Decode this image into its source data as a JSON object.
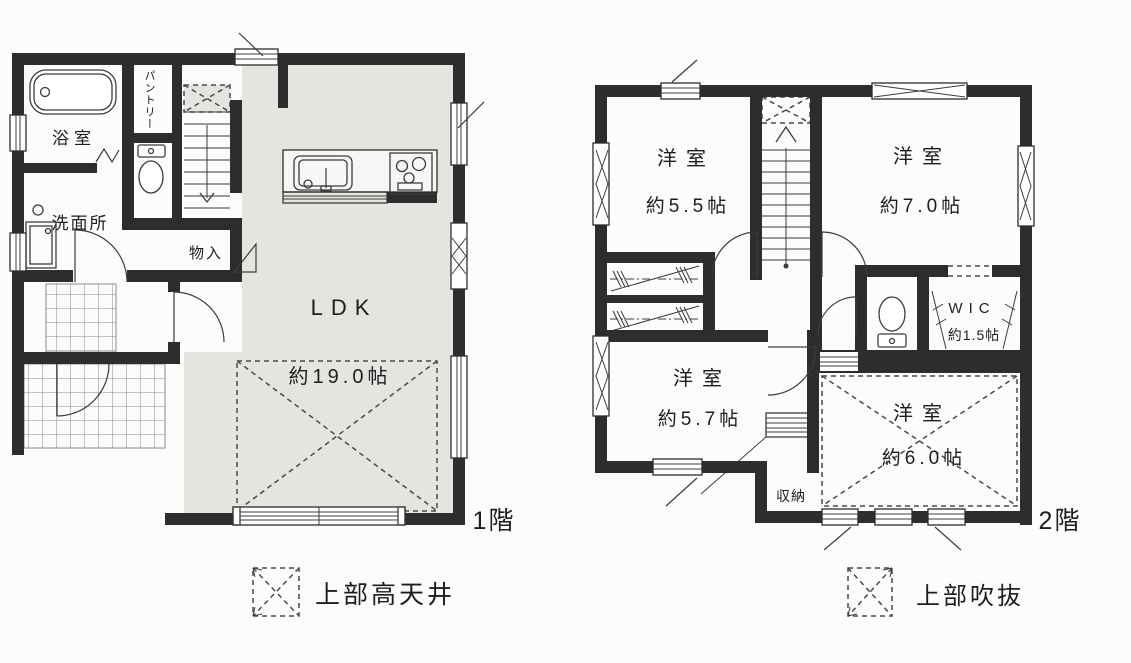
{
  "floor1": {
    "floor_label": "1階",
    "bath_label": "浴室",
    "washroom_label": "洗面所",
    "pantry_label": "パントリー",
    "storage_label": "物入",
    "ldk_label": "LDK",
    "ldk_size": "約19.0帖"
  },
  "floor2": {
    "floor_label": "2階",
    "room_nw_label": "洋室",
    "room_nw_size": "約5.5帖",
    "room_ne_label": "洋室",
    "room_ne_size": "約7.0帖",
    "room_sw_label": "洋室",
    "room_sw_size": "約5.7帖",
    "room_se_label": "洋室",
    "room_se_size": "約6.0帖",
    "wic_label": "WIC",
    "wic_size": "約1.5帖",
    "closet_label": "収納"
  },
  "legend": {
    "high_ceiling_label": "上部高天井",
    "void_label": "上部吹抜"
  },
  "colors": {
    "wall": "#2d2d2d",
    "floor_shade": "#e4e4e1",
    "line": "#3c3c3c"
  }
}
